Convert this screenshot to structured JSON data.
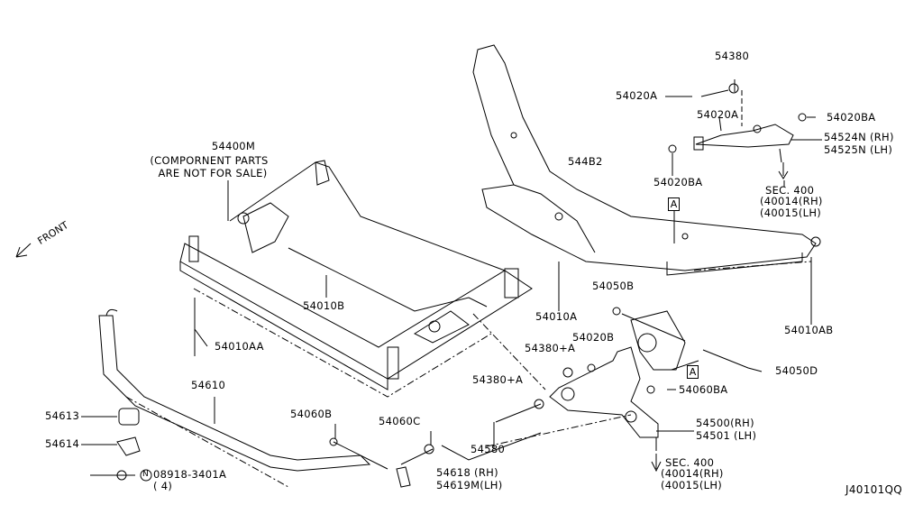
{
  "diagram": {
    "code": "J40101QQ",
    "front_label": "FRONT",
    "subframe": {
      "part": "54400M",
      "note_line1": "(COMPORNENT PARTS",
      "note_line2": "ARE NOT FOR SALE)"
    },
    "labels": {
      "p54010B": "54010B",
      "p54010AA": "54010AA",
      "p54610": "54610",
      "p54613": "54613",
      "p54614": "54614",
      "p08918": "08918-3401A",
      "p08918_qty": "( 4)",
      "n_mark": "N",
      "p54060B": "54060B",
      "p54060C": "54060C",
      "p54580": "54580",
      "p54618": "54618  (RH)",
      "p54619M": "54619M(LH)",
      "p54380A_1": "54380+A",
      "p54380A_2": "54380+A",
      "p54020B": "54020B",
      "p54050B": "54050B",
      "p54010A": "54010A",
      "p544B2": "544B2",
      "p54010AB": "54010AB",
      "p54050D": "54050D",
      "p54060BA": "54060BA",
      "p54500": "54500(RH)",
      "p54501": "54501 (LH)",
      "p54380": "54380",
      "p54020A_1": "54020A",
      "p54020A_2": "54020A",
      "p54020BA_1": "54020BA",
      "p54020BA_2": "54020BA",
      "p54524N": "54524N (RH)",
      "p54525N": "54525N (LH)",
      "ref_box": "A"
    },
    "sec_upper": {
      "title": "SEC. 400",
      "rh": "(40014(RH)",
      "lh": "(40015(LH)"
    },
    "sec_lower": {
      "title": "SEC. 400",
      "rh": "(40014(RH)",
      "lh": "(40015(LH)"
    }
  }
}
